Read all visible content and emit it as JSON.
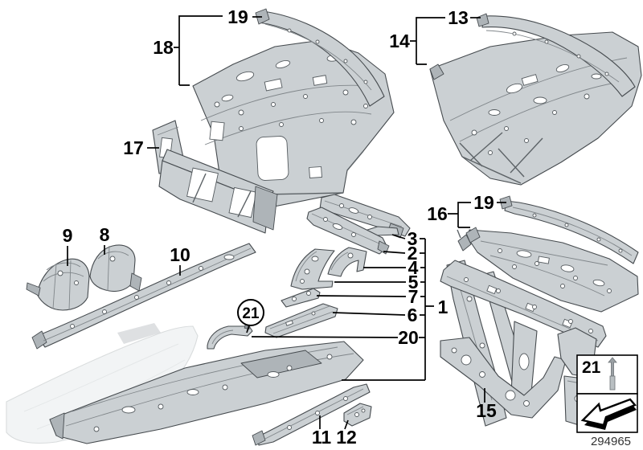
{
  "figure": {
    "id_number": "294965",
    "type": "exploded-parts-diagram",
    "background": "#ffffff"
  },
  "callouts": [
    {
      "id": "18",
      "label": "18"
    },
    {
      "id": "19-left",
      "label": "19"
    },
    {
      "id": "13",
      "label": "13"
    },
    {
      "id": "14",
      "label": "14"
    },
    {
      "id": "17",
      "label": "17"
    },
    {
      "id": "9",
      "label": "9"
    },
    {
      "id": "8",
      "label": "8"
    },
    {
      "id": "10",
      "label": "10"
    },
    {
      "id": "16",
      "label": "16"
    },
    {
      "id": "19-right",
      "label": "19"
    },
    {
      "id": "3",
      "label": "3"
    },
    {
      "id": "2",
      "label": "2"
    },
    {
      "id": "4",
      "label": "4"
    },
    {
      "id": "5",
      "label": "5"
    },
    {
      "id": "7",
      "label": "7"
    },
    {
      "id": "1",
      "label": "1"
    },
    {
      "id": "6",
      "label": "6"
    },
    {
      "id": "20",
      "label": "20"
    },
    {
      "id": "21-circle",
      "label": "21"
    },
    {
      "id": "11",
      "label": "11"
    },
    {
      "id": "12",
      "label": "12"
    },
    {
      "id": "15",
      "label": "15"
    }
  ],
  "legend": {
    "fastener_label": "21",
    "fastener_icon": "stud-icon",
    "direction_icon": "direction-arrow-icon"
  },
  "colors": {
    "part_fill": "#cbd0d3",
    "part_fill_dark": "#aeb4b8",
    "part_stroke": "#464b4f",
    "ghost_fill": "#f2f4f5",
    "label": "#000000"
  }
}
